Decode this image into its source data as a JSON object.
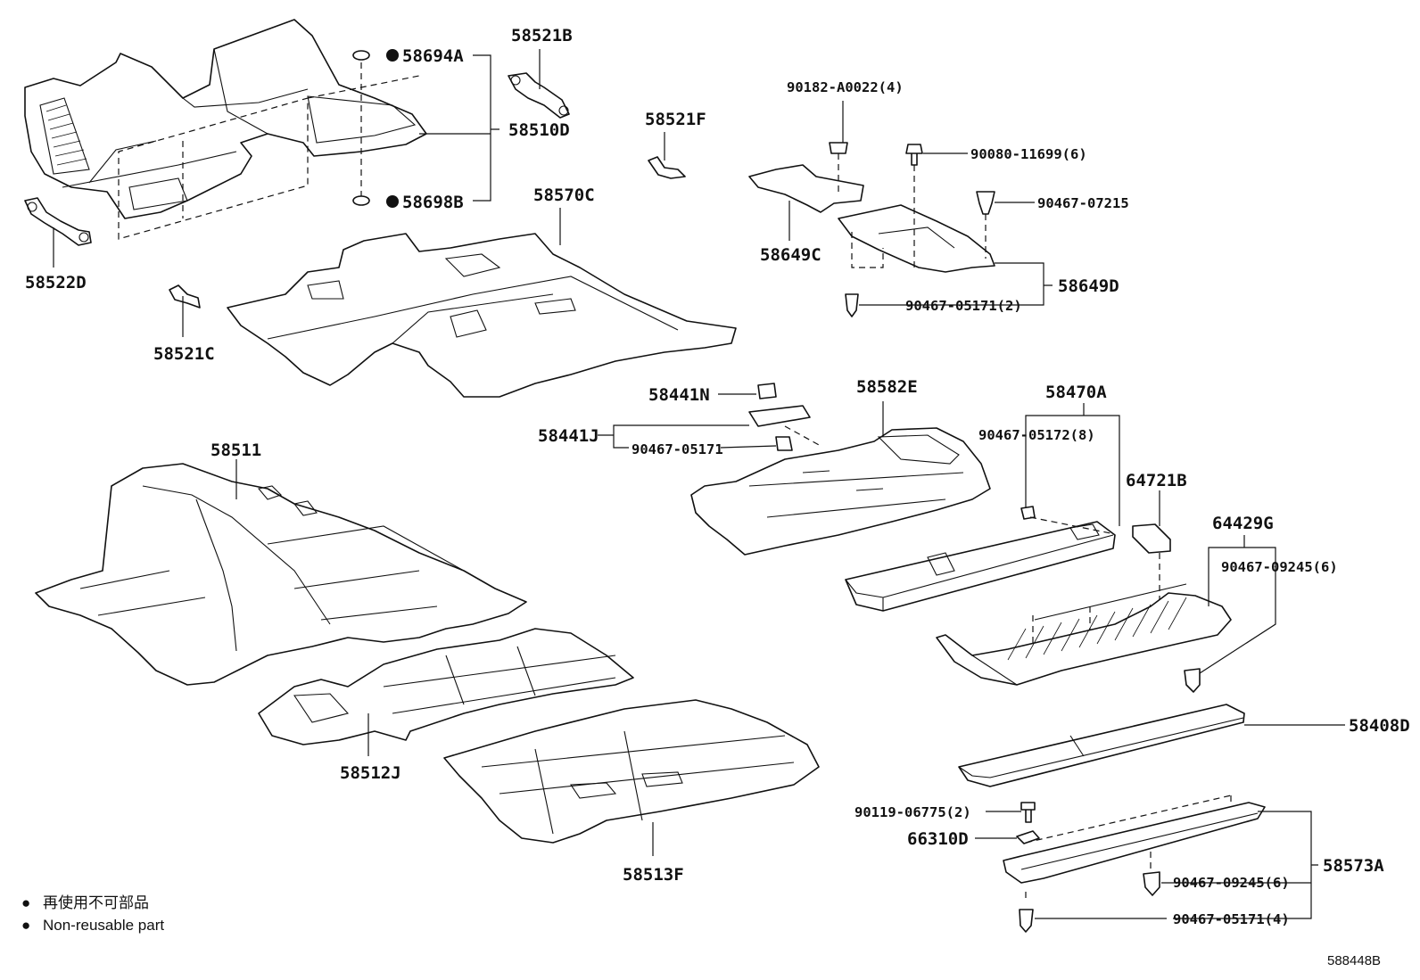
{
  "diagram_ref": "588448B",
  "legend": {
    "dot_symbol": "●",
    "japanese_text": "再使用不可部品",
    "english_text": "Non-reusable part"
  },
  "part_labels": {
    "p58521B": "58521B",
    "p58694A": "58694A",
    "p58510D": "58510D",
    "p58698B": "58698B",
    "p58522D": "58522D",
    "p58521F": "58521F",
    "p58570C": "58570C",
    "p58521C": "58521C",
    "p90182_A0022": "90182-A0022(4)",
    "p90080_11699": "90080-11699(6)",
    "p90467_07215": "90467-07215",
    "p58649C": "58649C",
    "p58649D": "58649D",
    "p90467_05171_2": "90467-05171(2)",
    "p58441N": "58441N",
    "p58582E": "58582E",
    "p58470A": "58470A",
    "p58441J": "58441J",
    "p90467_05171": "90467-05171",
    "p90467_05172_8": "90467-05172(8)",
    "p58511": "58511",
    "p64721B": "64721B",
    "p64429G": "64429G",
    "p90467_09245_6a": "90467-09245(6)",
    "p58408D": "58408D",
    "p58512J": "58512J",
    "p58513F": "58513F",
    "p90119_06775_2": "90119-06775(2)",
    "p66310D": "66310D",
    "p58573A": "58573A",
    "p90467_09245_6b": "90467-09245(6)",
    "p90467_05171_4": "90467-05171(4)"
  }
}
